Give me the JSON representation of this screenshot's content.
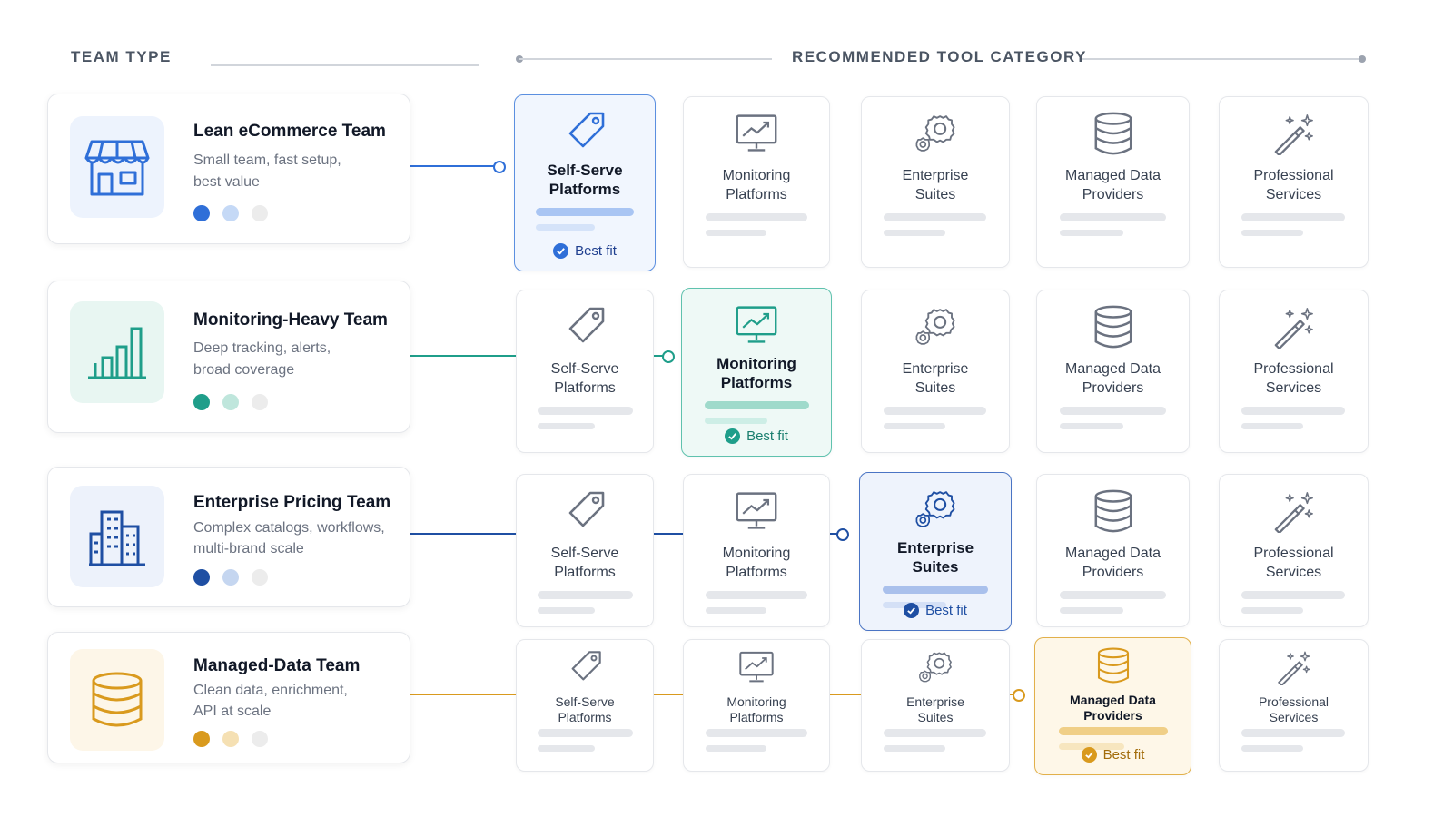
{
  "header": {
    "team_type": "TEAM TYPE",
    "tool_category": "RECOMMENDED TOOL CATEGORY"
  },
  "colors": {
    "blue": "#2f6fd8",
    "teal": "#1f9e8a",
    "navy": "#1f4fa3",
    "amber": "#d99a1e"
  },
  "teams": [
    {
      "title": "Lean eCommerce Team",
      "desc": "Small team, fast setup,\nbest value",
      "icon": "storefront-icon",
      "best_fit": "Self-Serve\nPlatforms"
    },
    {
      "title": "Monitoring-Heavy Team",
      "desc": "Deep tracking, alerts,\nbroad coverage",
      "icon": "bar-chart-icon",
      "best_fit": "Monitoring\nPlatforms"
    },
    {
      "title": "Enterprise Pricing Team",
      "desc": "Complex catalogs, workflows,\nmulti-brand scale",
      "icon": "office-building-icon",
      "best_fit": "Enterprise\nSuites"
    },
    {
      "title": "Managed-Data Team",
      "desc": "Clean data, enrichment,\nAPI at scale",
      "icon": "database-icon",
      "best_fit": "Managed Data\nProviders"
    }
  ],
  "tool_categories": [
    {
      "label": "Self-Serve\nPlatforms",
      "icon": "price-tag-icon"
    },
    {
      "label": "Monitoring\nPlatforms",
      "icon": "monitor-chart-icon"
    },
    {
      "label": "Enterprise\nSuites",
      "icon": "gears-icon"
    },
    {
      "label": "Managed Data\nProviders",
      "icon": "database-icon"
    },
    {
      "label": "Professional\nServices",
      "icon": "magic-wand-icon"
    }
  ],
  "best_fit_label": "Best fit"
}
